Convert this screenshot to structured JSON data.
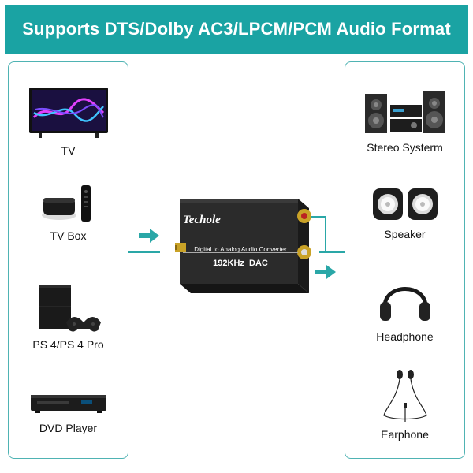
{
  "banner": {
    "title": "Supports DTS/Dolby AC3/LPCM/PCM Audio Format"
  },
  "sources": [
    {
      "label": "TV",
      "icon": "tv-icon"
    },
    {
      "label": "TV Box",
      "icon": "tv-box-icon"
    },
    {
      "label": "PS 4/PS 4 Pro",
      "icon": "game-console-icon"
    },
    {
      "label": "DVD Player",
      "icon": "dvd-player-icon"
    }
  ],
  "outputs": [
    {
      "label": "Stereo Systerm",
      "icon": "stereo-system-icon"
    },
    {
      "label": "Speaker",
      "icon": "speaker-icon"
    },
    {
      "label": "Headphone",
      "icon": "headphone-icon"
    },
    {
      "label": "Earphone",
      "icon": "earphone-icon"
    }
  ],
  "device": {
    "brand": "Techole",
    "caption": "Digital to Analog Audio Converter",
    "spec": "192KHz  DAC"
  },
  "colors": {
    "accent": "#1aa3a3",
    "device_body": "#2a2a2a",
    "gold": "#c9a227"
  }
}
